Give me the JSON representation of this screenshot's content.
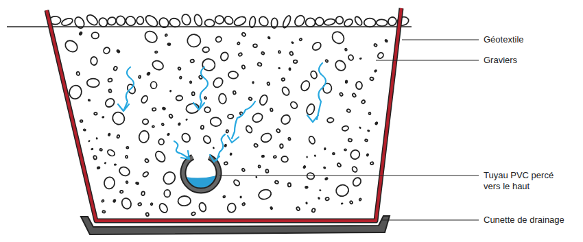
{
  "diagram": {
    "labels": [
      "Géotextile",
      "Graviers",
      "Tuyau PVC percé vers le haut",
      "Cunette de drainage"
    ]
  }
}
